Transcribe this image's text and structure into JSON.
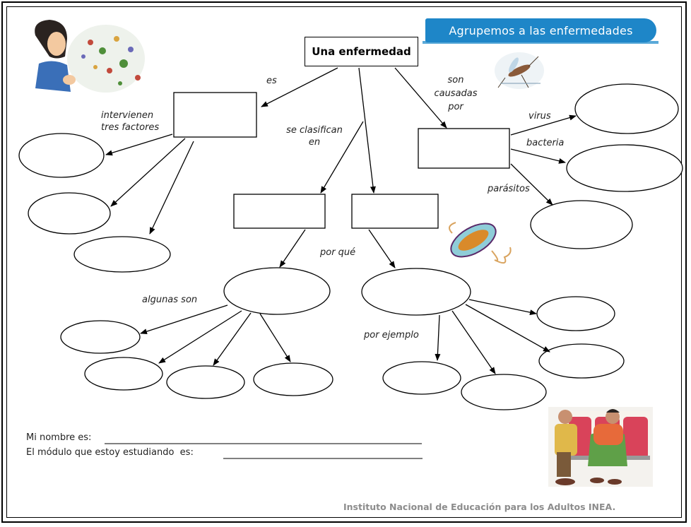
{
  "banner": {
    "title": "Agrupemos a las enfermedades"
  },
  "main_node": "Una enfermedad",
  "links": {
    "es": "es",
    "intervienen": "intervienen\ntres factores",
    "se_clasifican": "se clasifican\nen",
    "son_causadas": "son\ncausadas\npor",
    "virus": "virus",
    "bacteria": "bacteria",
    "parasitos": "parásitos",
    "por_que": "por qué",
    "algunas_son": "algunas son",
    "por_ejemplo": "por ejemplo"
  },
  "form": {
    "name_label": "Mi nombre es:",
    "module_label": "El módulo que estoy estudiando  es:"
  },
  "footer": "Instituto Nacional de Educación para los Adultos INEA.",
  "colors": {
    "banner": "#1e86c8",
    "footer_text": "#8c8c8c"
  },
  "illustrations": [
    "person-sneezing-germs-illustration",
    "mosquito-illustration",
    "bacterium-illustration",
    "people-waiting-room-illustration"
  ]
}
